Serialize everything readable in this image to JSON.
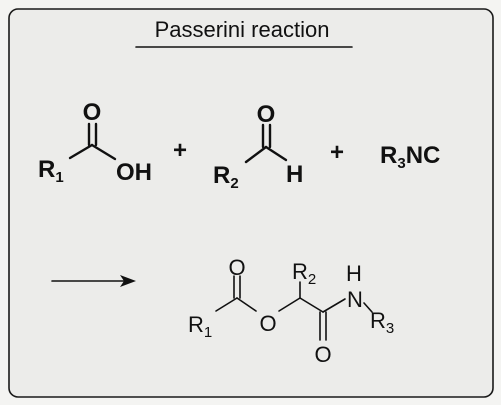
{
  "title": "Passerini reaction",
  "reagents": {
    "acid": {
      "carbonyl_o": "O",
      "r_group": "R",
      "r_sub": "1",
      "hydroxyl": "OH"
    },
    "plus_1": "+",
    "aldehyde": {
      "carbonyl_o": "O",
      "r_group": "R",
      "r_sub": "2",
      "hydrogen": "H"
    },
    "plus_2": "+",
    "isocyanide": {
      "r_group": "R",
      "r_sub": "3",
      "suffix": "NC"
    }
  },
  "product": {
    "ester_carbonyl_o": "O",
    "r1_group": "R",
    "r1_sub": "1",
    "ester_o": "O",
    "r2_group": "R",
    "r2_sub": "2",
    "amide_h": "H",
    "amide_n": "N",
    "r3_group": "R",
    "r3_sub": "3",
    "amide_carbonyl_o": "O"
  }
}
